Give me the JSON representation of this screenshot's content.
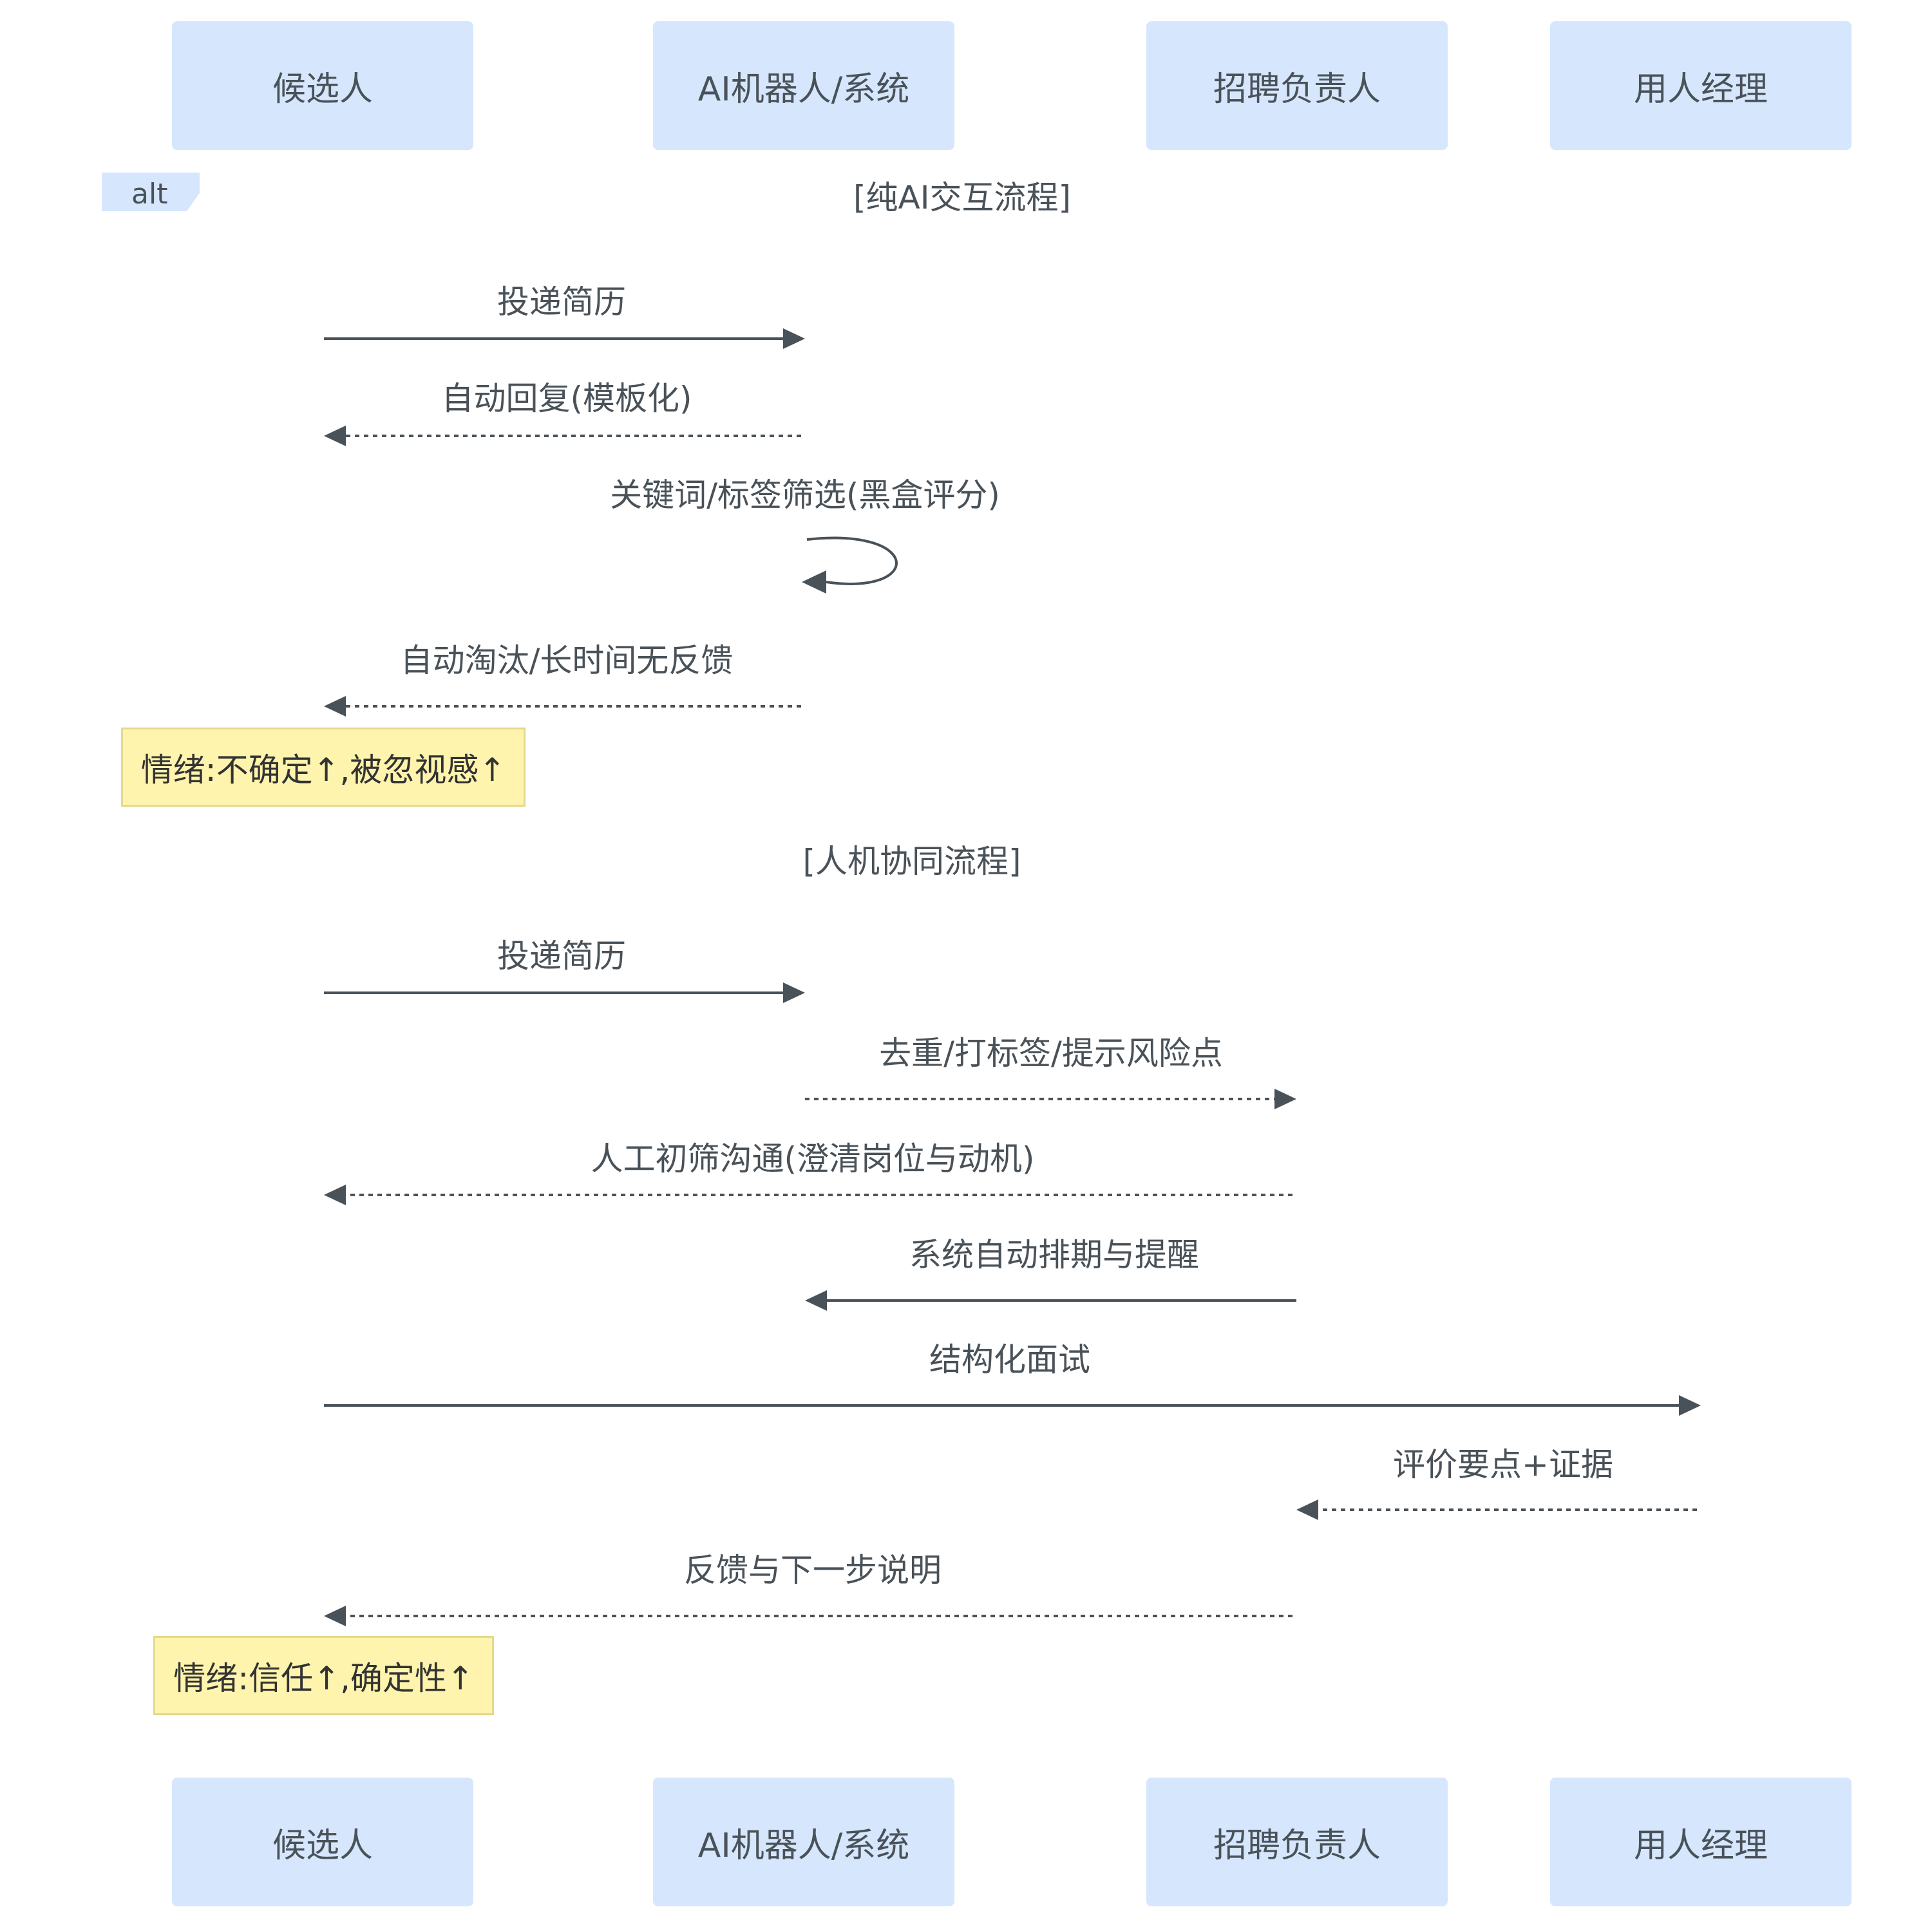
{
  "participants": [
    {
      "id": "candidate",
      "label": "候选人"
    },
    {
      "id": "ai",
      "label": "AI机器人/系统"
    },
    {
      "id": "recruiter",
      "label": "招聘负责人"
    },
    {
      "id": "manager",
      "label": "用人经理"
    }
  ],
  "alt_block": {
    "keyword": "alt",
    "sections": [
      {
        "label": "[纯AI交互流程]"
      },
      {
        "label": "[人机协同流程]"
      }
    ]
  },
  "messages": [
    {
      "from": "candidate",
      "to": "ai",
      "label": "投递简历",
      "style": "solid"
    },
    {
      "from": "ai",
      "to": "candidate",
      "label": "自动回复(模板化)",
      "style": "dashed"
    },
    {
      "from": "ai",
      "to": "ai",
      "label": "关键词/标签筛选(黑盒评分)",
      "style": "solid"
    },
    {
      "from": "ai",
      "to": "candidate",
      "label": "自动淘汰/长时间无反馈",
      "style": "dashed"
    },
    {
      "from": "candidate",
      "to": "ai",
      "label": "投递简历",
      "style": "solid"
    },
    {
      "from": "ai",
      "to": "recruiter",
      "label": "去重/打标签/提示风险点",
      "style": "dashed"
    },
    {
      "from": "recruiter",
      "to": "candidate",
      "label": "人工初筛沟通(澄清岗位与动机)",
      "style": "dashed"
    },
    {
      "from": "recruiter",
      "to": "ai",
      "label": "系统自动排期与提醒",
      "style": "solid"
    },
    {
      "from": "candidate",
      "to": "manager",
      "label": "结构化面试",
      "style": "solid"
    },
    {
      "from": "manager",
      "to": "recruiter",
      "label": "评价要点+证据",
      "style": "dashed"
    },
    {
      "from": "recruiter",
      "to": "candidate",
      "label": "反馈与下一步说明",
      "style": "dashed"
    }
  ],
  "notes": [
    {
      "label": "情绪:不确定↑,被忽视感↑"
    },
    {
      "label": "情绪:信任↑,确定性↑"
    }
  ],
  "colors": {
    "actor_fill": "#d6e7fd",
    "line": "#4a5259",
    "note_fill": "#fff4ad",
    "note_border": "#e5d98c"
  }
}
